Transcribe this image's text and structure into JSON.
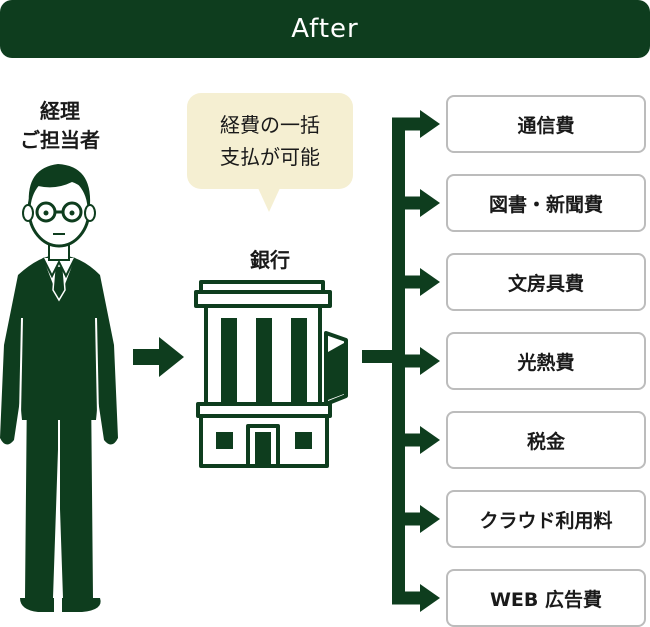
{
  "header": {
    "title": "After"
  },
  "person": {
    "label_line1": "経理",
    "label_line2": "ご担当者"
  },
  "bubble": {
    "line1": "経費の一括",
    "line2": "支払が可能"
  },
  "bank": {
    "label": "銀行"
  },
  "categories": [
    "通信費",
    "図書・新聞費",
    "文房具費",
    "光熱費",
    "税金",
    "クラウド利用料",
    "WEB 広告費"
  ],
  "colors": {
    "primary": "#0e3d1e",
    "bubble": "#f5efd2",
    "box_border": "#bcbcbc"
  }
}
